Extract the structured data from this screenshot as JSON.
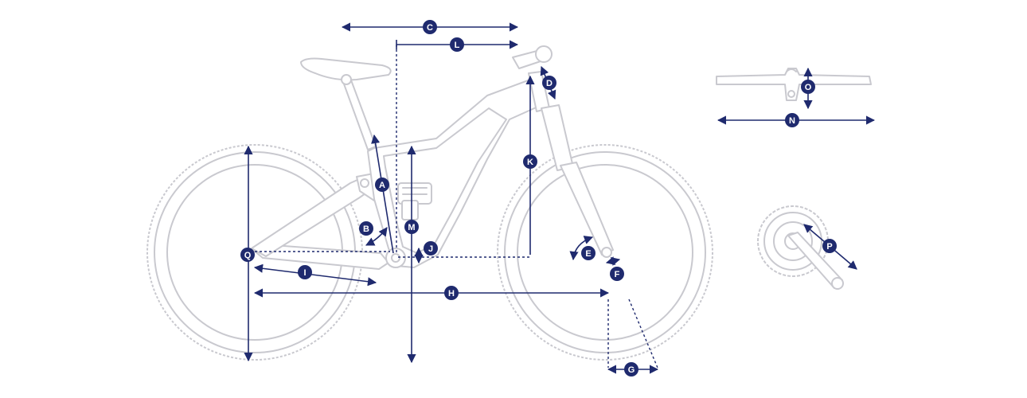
{
  "colors": {
    "dimension": "#1f2a6e",
    "frame": "#c9c9cf",
    "background": "#ffffff"
  },
  "labels": {
    "A": "A",
    "B": "B",
    "C": "C",
    "D": "D",
    "E": "E",
    "F": "F",
    "G": "G",
    "H": "H",
    "I": "I",
    "J": "J",
    "K": "K",
    "L": "L",
    "M": "M",
    "N": "N",
    "O": "O",
    "P": "P",
    "Q": "Q"
  }
}
